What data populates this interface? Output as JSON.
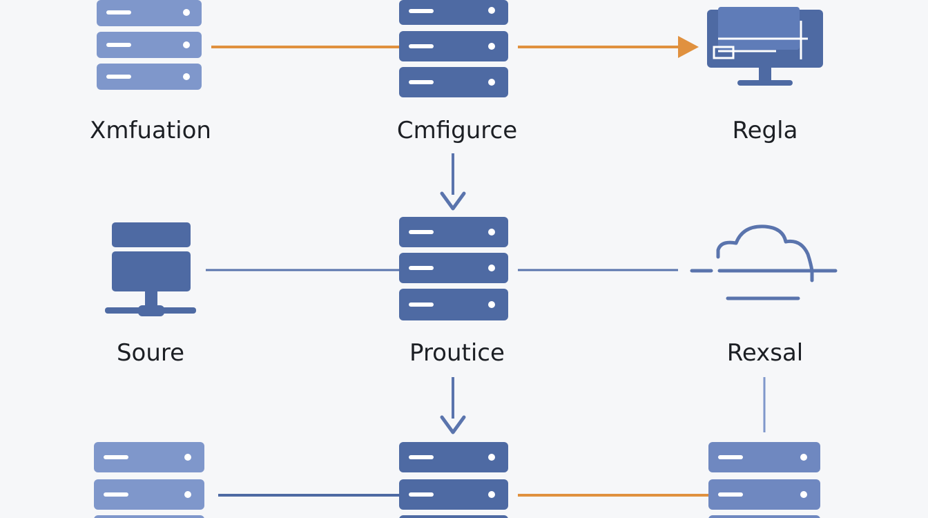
{
  "diagram": {
    "nodes": {
      "xmfuation": {
        "label": "Xmfuation",
        "icon": "server-icon"
      },
      "cmfigurce": {
        "label": "Cmfigurce",
        "icon": "server-icon"
      },
      "regla": {
        "label": "Regla",
        "icon": "monitor-icon"
      },
      "soure": {
        "label": "Soure",
        "icon": "network-terminal-icon"
      },
      "proutice": {
        "label": "Proutice",
        "icon": "server-icon"
      },
      "rexsal": {
        "label": "Rexsal",
        "icon": "cloud-icon"
      },
      "bottom_left": {
        "label": "",
        "icon": "server-icon"
      },
      "bottom_center": {
        "label": "",
        "icon": "server-icon"
      },
      "bottom_right": {
        "label": "",
        "icon": "server-icon"
      }
    },
    "edges": [
      {
        "from": "xmfuation",
        "to": "cmfigurce",
        "style": "line",
        "color": "orange"
      },
      {
        "from": "cmfigurce",
        "to": "regla",
        "style": "arrow",
        "color": "orange"
      },
      {
        "from": "cmfigurce",
        "to": "proutice",
        "style": "arrow",
        "color": "blue"
      },
      {
        "from": "soure",
        "to": "proutice",
        "style": "line",
        "color": "blue"
      },
      {
        "from": "proutice",
        "to": "rexsal",
        "style": "line",
        "color": "blue"
      },
      {
        "from": "proutice",
        "to": "bottom_center",
        "style": "arrow",
        "color": "blue"
      },
      {
        "from": "rexsal",
        "to": "bottom_right",
        "style": "line",
        "color": "blue"
      },
      {
        "from": "bottom_left",
        "to": "bottom_center",
        "style": "line",
        "color": "blue"
      },
      {
        "from": "bottom_center",
        "to": "bottom_right",
        "style": "line",
        "color": "orange"
      }
    ],
    "colors": {
      "icon_dark": "#4e6aa3",
      "icon_light": "#7f97cb",
      "edge_blue": "#5a74ad",
      "edge_orange": "#e0913f",
      "label_text": "#1c1f24",
      "background": "#f6f7f9"
    }
  }
}
